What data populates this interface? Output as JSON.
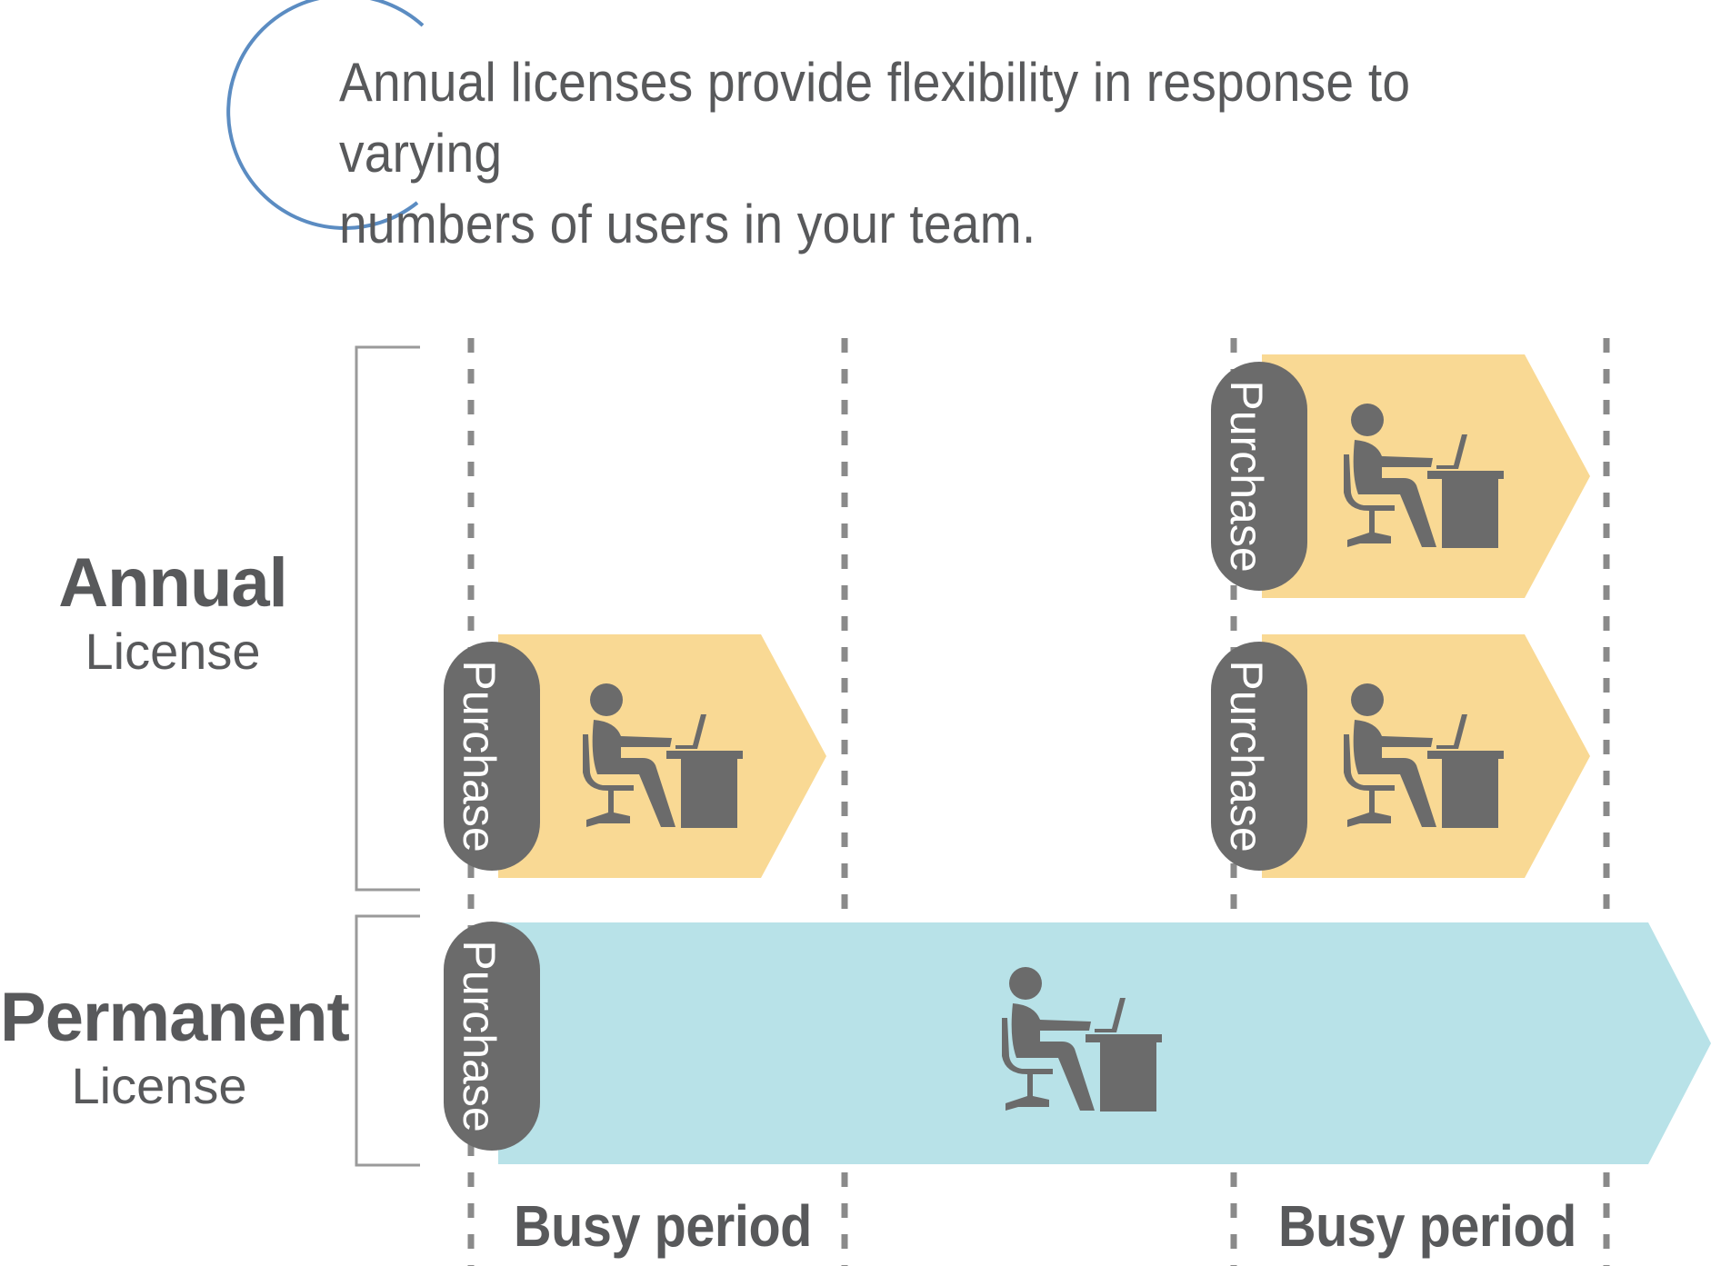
{
  "heading": {
    "line1": "Annual licenses provide flexibility in response to varying",
    "line2": "numbers of users in your team."
  },
  "rows": {
    "annual": {
      "main": "Annual",
      "sub": "License"
    },
    "permanent": {
      "main": "Permanent",
      "sub": "License"
    }
  },
  "purchase_label": "Purchase",
  "periods": [
    "Busy period",
    "Busy period"
  ],
  "icons": {
    "accent_circle": "arc-icon",
    "user": "person-at-desk-icon"
  },
  "colors": {
    "annual_fill": "#f9d994",
    "permanent_fill": "#b8e2e8",
    "tag_fill": "#6b6b6b",
    "text": "#58595b",
    "bracket": "#9a9a9a",
    "divider": "#8a8a8a",
    "accent": "#5b8cc2"
  }
}
